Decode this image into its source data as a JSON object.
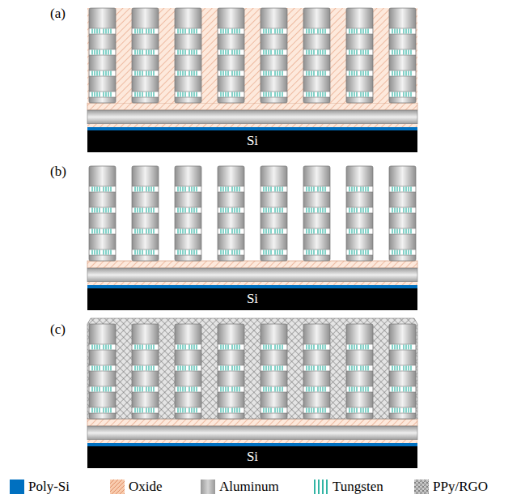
{
  "diagram": {
    "nodes": [
      {
        "text": [
          "Si"
        ]
      },
      {
        "text": [
          "Si"
        ]
      },
      {
        "text": [
          "Si"
        ]
      }
    ],
    "labels": [
      "(a)",
      "(b)",
      "(c)"
    ],
    "legend": [
      {
        "text": "Poly-Si",
        "color": "#0070c0"
      },
      {
        "text": "Oxide",
        "color": "#f8cbad"
      },
      {
        "text": "Aluminum",
        "color": "#a6a6a6"
      },
      {
        "text": "Tungsten",
        "color": "#33b5a5"
      },
      {
        "text": "PPy/RGO",
        "color": "#c8c8c8"
      }
    ]
  }
}
